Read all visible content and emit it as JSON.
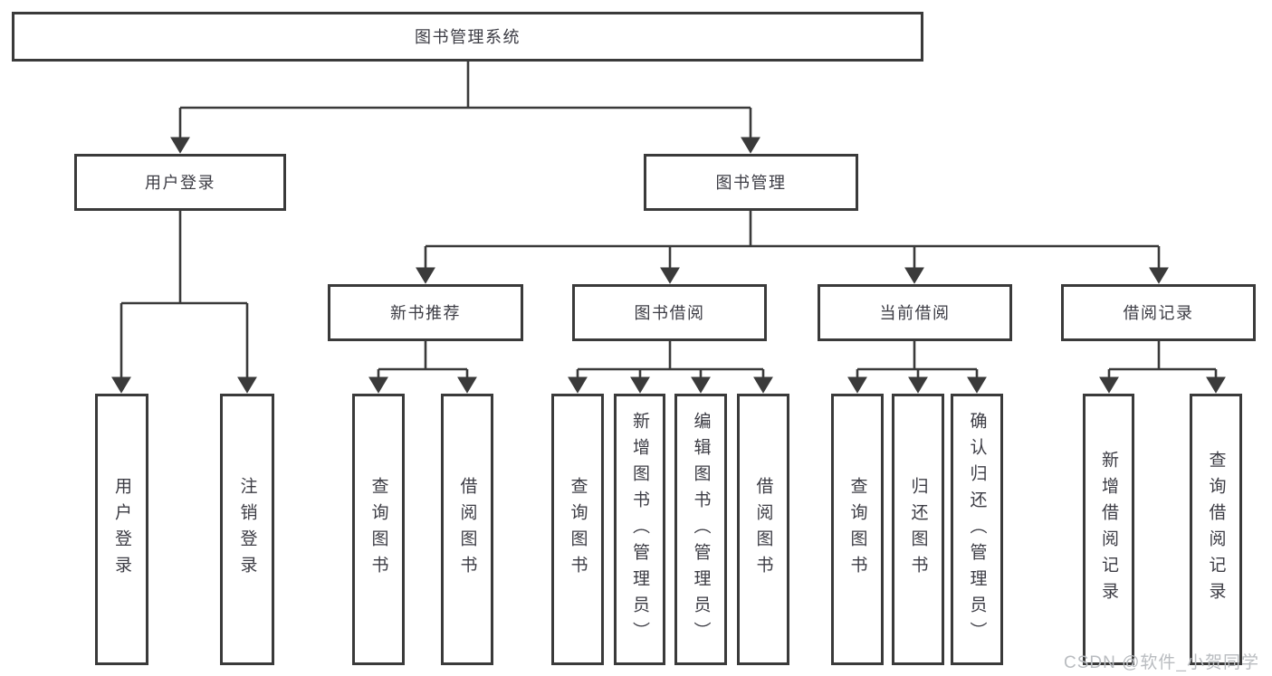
{
  "title": "图书管理系统",
  "level2": {
    "user_login": "用户登录",
    "book_mgmt": "图书管理"
  },
  "level3": {
    "new_books": "新书推荐",
    "borrowing": "图书借阅",
    "current": "当前借阅",
    "records": "借阅记录"
  },
  "leaves": {
    "user_login": [
      "用户登录",
      "注销登录"
    ],
    "new_books": [
      "查询图书",
      "借阅图书"
    ],
    "borrowing": [
      "查询图书",
      "新增图书（管理员）",
      "编辑图书（管理员）",
      "借阅图书"
    ],
    "current": [
      "查询图书",
      "归还图书",
      "确认归还（管理员）"
    ],
    "records": [
      "新增借阅记录",
      "查询借阅记录"
    ]
  },
  "watermark": "CSDN @软件_小贺同学",
  "colors": {
    "line": "#3a3a3a",
    "text": "#3c3c44",
    "watermark": "#b9bcc0",
    "bg": "#ffffff"
  }
}
